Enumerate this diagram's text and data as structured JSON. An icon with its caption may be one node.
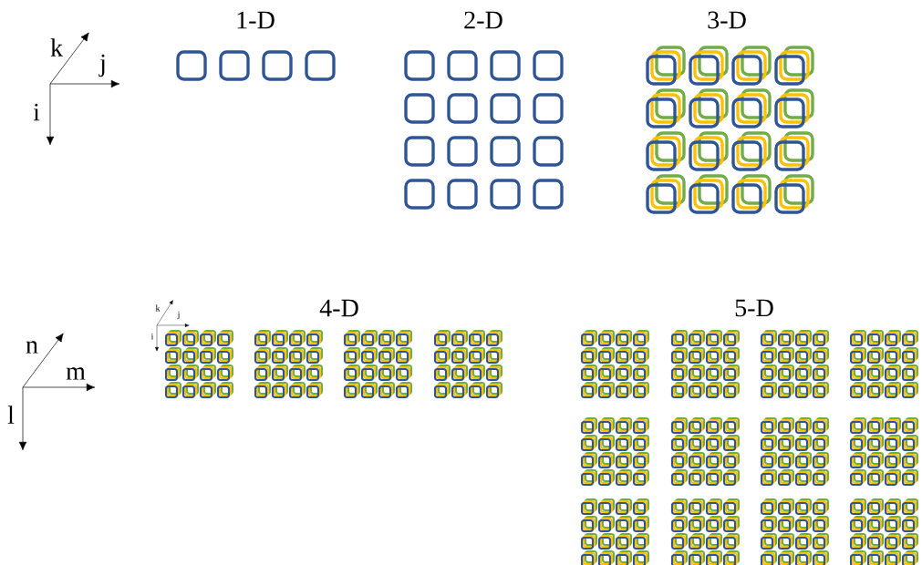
{
  "diagram": {
    "labels": [
      "k",
      "1-D",
      "2-D",
      "3-D",
      "j",
      "i",
      "k",
      "j",
      "i",
      "4-D",
      "5-D",
      "n",
      "m",
      "l"
    ]
  }
}
